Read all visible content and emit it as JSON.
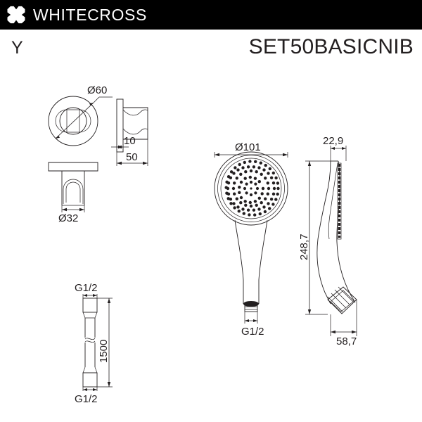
{
  "header": {
    "brand": "WHITECROSS",
    "logo_icon": "x-cross-logo-icon",
    "background_color": "#000000",
    "text_color": "#ffffff"
  },
  "title": {
    "series_label": "Y",
    "product_code": "SET50BASICNIB"
  },
  "drawing": {
    "line_color": "#231f20",
    "background_color": "#ffffff",
    "views": [
      {
        "name": "wall-bracket-front-view",
        "description": "Round wall bracket flange, front view"
      },
      {
        "name": "wall-bracket-side-view",
        "description": "Wall bracket side profile"
      },
      {
        "name": "wall-bracket-bottom-view",
        "description": "Wall bracket bottom view with cradle"
      },
      {
        "name": "shower-hose-view",
        "description": "Flexible shower hose"
      },
      {
        "name": "hand-shower-front-view",
        "description": "Hand shower front face with nozzles"
      },
      {
        "name": "hand-shower-side-view",
        "description": "Hand shower side profile"
      }
    ],
    "dimensions": {
      "bracket_flange_diameter": "Ø60",
      "bracket_plate_thickness": "10",
      "bracket_depth": "50",
      "bracket_cradle_diameter": "Ø32",
      "hose_top_thread": "G1/2",
      "hose_bottom_thread": "G1/2",
      "hose_length": "1500",
      "shower_head_diameter": "Ø101",
      "shower_outlet_thread": "G1/2",
      "shower_head_thickness": "22,9",
      "shower_total_length": "248,7",
      "shower_handle_depth": "58,7"
    }
  }
}
